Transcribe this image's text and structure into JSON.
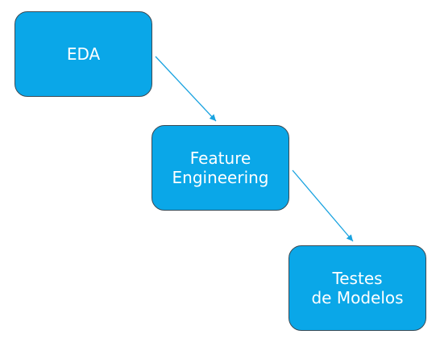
{
  "diagram": {
    "nodes": [
      {
        "id": "eda",
        "label": "EDA"
      },
      {
        "id": "feature-engineering",
        "label": "Feature\nEngineering"
      },
      {
        "id": "testes-de-modelos",
        "label": "Testes\nde Modelos"
      }
    ],
    "edges": [
      {
        "from": "eda",
        "to": "feature-engineering"
      },
      {
        "from": "feature-engineering",
        "to": "testes-de-modelos"
      }
    ],
    "colors": {
      "node_fill": "#0aa7e8",
      "node_border": "#3a4a55",
      "node_text": "#ffffff",
      "connector": "#1aa3e0"
    }
  }
}
